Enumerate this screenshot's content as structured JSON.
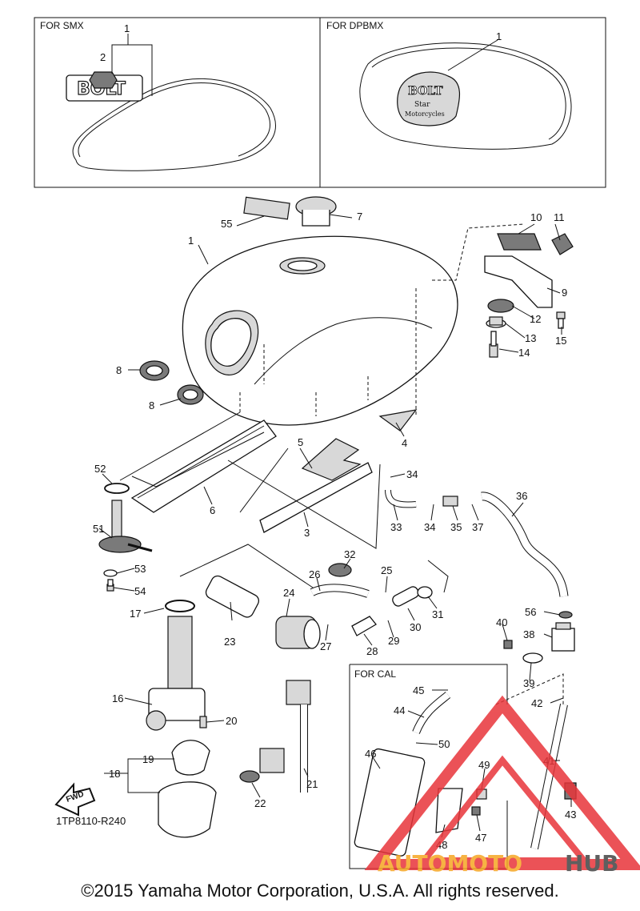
{
  "insets": {
    "smx": "FOR SMX",
    "dpbmx": "FOR DPBMX",
    "cal": "FOR CAL"
  },
  "badges": {
    "smx_logo": "BOLT",
    "dpbmx_logo_line1": "BOLT",
    "dpbmx_logo_line2": "Star",
    "dpbmx_logo_line3": "Motorcycles"
  },
  "fwd_arrow": "FWD",
  "diagram_code": "1TP8110-R240",
  "watermark": {
    "brand_a": "AUTOMOTO",
    "brand_b": "HUB",
    "color_a": "#f6a623",
    "color_b": "#444444",
    "triangle_color": "#e8353a"
  },
  "copyright": "©2015 Yamaha Motor Corporation, U.S.A. All rights reserved.",
  "callouts": [
    "1",
    "2",
    "1",
    "1",
    "2",
    "3",
    "4",
    "5",
    "6",
    "7",
    "8",
    "8",
    "9",
    "10",
    "11",
    "12",
    "13",
    "14",
    "15",
    "16",
    "17",
    "18",
    "19",
    "20",
    "21",
    "22",
    "23",
    "24",
    "25",
    "26",
    "27",
    "28",
    "29",
    "30",
    "31",
    "32",
    "33",
    "34",
    "34",
    "35",
    "36",
    "37",
    "38",
    "39",
    "40",
    "41",
    "42",
    "43",
    "44",
    "45",
    "46",
    "47",
    "48",
    "49",
    "50",
    "51",
    "52",
    "53",
    "54",
    "55",
    "56"
  ]
}
